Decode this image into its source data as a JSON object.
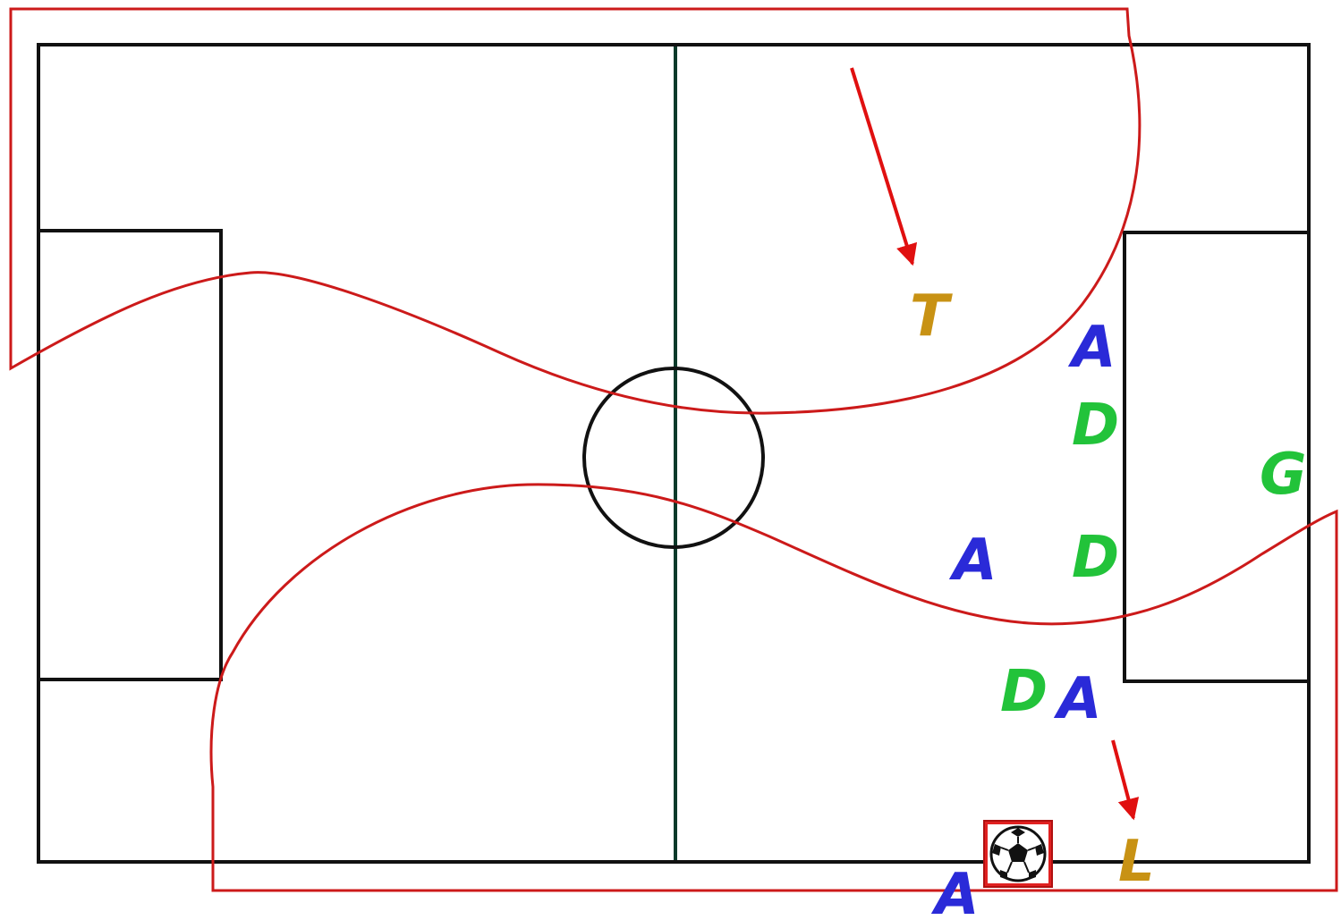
{
  "colors": {
    "background": "#ffffff",
    "pitch_lines": "#111111",
    "halfway_line": "#0b3a2a",
    "zone_outline": "#cc1a1a",
    "arrow": "#e01010",
    "attacker": "#2a2ad8",
    "defender": "#22c33a",
    "goalkeeper": "#22c33a",
    "marker": "#c89214",
    "ball_box": "#e02020"
  },
  "players": [
    {
      "id": "attacker-1",
      "label": "A",
      "role": "attacker"
    },
    {
      "id": "defender-1",
      "label": "D",
      "role": "defender"
    },
    {
      "id": "goalkeeper",
      "label": "G",
      "role": "goalkeeper"
    },
    {
      "id": "attacker-2",
      "label": "A",
      "role": "attacker"
    },
    {
      "id": "defender-2",
      "label": "D",
      "role": "defender"
    },
    {
      "id": "defender-3",
      "label": "D",
      "role": "defender"
    },
    {
      "id": "attacker-3",
      "label": "A",
      "role": "attacker"
    },
    {
      "id": "attacker-4",
      "label": "A",
      "role": "attacker"
    }
  ],
  "markers": [
    {
      "id": "marker-t",
      "label": "T"
    },
    {
      "id": "marker-l",
      "label": "L"
    }
  ],
  "ball": {
    "icon": "soccer-ball-icon"
  }
}
